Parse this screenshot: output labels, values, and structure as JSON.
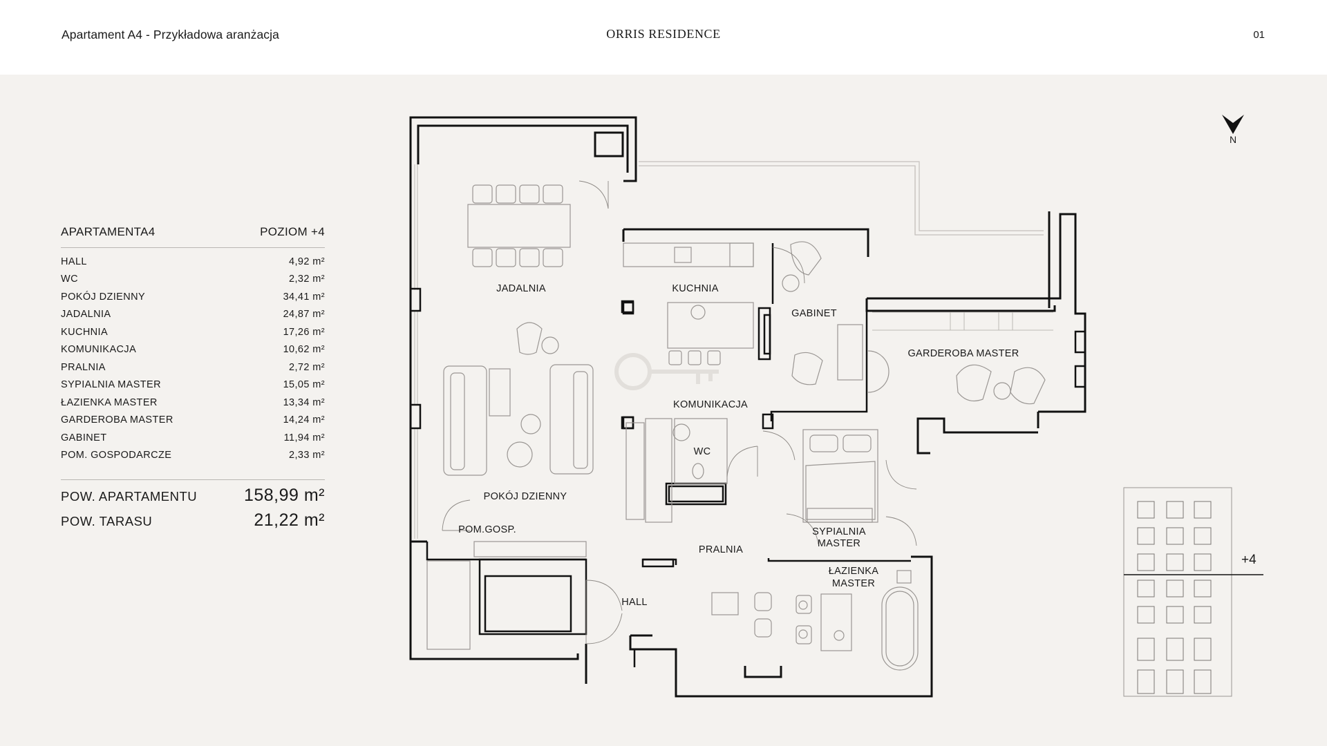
{
  "header": {
    "title": "Apartament A4 - Przykładowa aranżacja",
    "brand": "ORRIS RESIDENCE",
    "page": "01"
  },
  "panel": {
    "apartment_label": "APARTAMENT",
    "apartment_id": "A4",
    "level_label": "POZIOM +4",
    "rooms": [
      {
        "name": "HALL",
        "area": "4,92 m²"
      },
      {
        "name": "WC",
        "area": "2,32 m²"
      },
      {
        "name": "POKÓJ DZIENNY",
        "area": "34,41 m²"
      },
      {
        "name": "JADALNIA",
        "area": "24,87 m²"
      },
      {
        "name": "KUCHNIA",
        "area": "17,26 m²"
      },
      {
        "name": "KOMUNIKACJA",
        "area": "10,62 m²"
      },
      {
        "name": "PRALNIA",
        "area": "2,72 m²"
      },
      {
        "name": "SYPIALNIA MASTER",
        "area": "15,05 m²"
      },
      {
        "name": "ŁAZIENKA MASTER",
        "area": "13,34 m²"
      },
      {
        "name": "GARDEROBA MASTER",
        "area": "14,24 m²"
      },
      {
        "name": "GABINET",
        "area": "11,94 m²"
      },
      {
        "name": "POM. GOSPODARCZE",
        "area": "2,33 m²"
      }
    ],
    "totals": [
      {
        "label": "POW. APARTAMENTU",
        "value": "158,99 m²"
      },
      {
        "label": "POW. TARASU",
        "value": "21,22 m²"
      }
    ]
  },
  "plan": {
    "labels": {
      "jadalnia": "JADALNIA",
      "kuchnia": "KUCHNIA",
      "gabinet": "GABINET",
      "garderoba": "GARDEROBA MASTER",
      "komunikacja": "KOMUNIKACJA",
      "wc": "WC",
      "pokoj": "POKÓJ DZIENNY",
      "pomgosp": "POM.GOSP.",
      "pralnia": "PRALNIA",
      "hall": "HALL",
      "sypialnia_1": "SYPIALNIA",
      "sypialnia_2": "MASTER",
      "lazienka_1": "ŁAZIENKA",
      "lazienka_2": "MASTER"
    }
  },
  "north": {
    "label": "N",
    "icon": "north-arrow-icon"
  },
  "elevation": {
    "level": "+4",
    "icon": "building-elevation-icon"
  },
  "colors": {
    "background": "#f4f2ef",
    "header": "#ffffff",
    "ink": "#1a1a1a",
    "furniture": "#9a9693"
  }
}
